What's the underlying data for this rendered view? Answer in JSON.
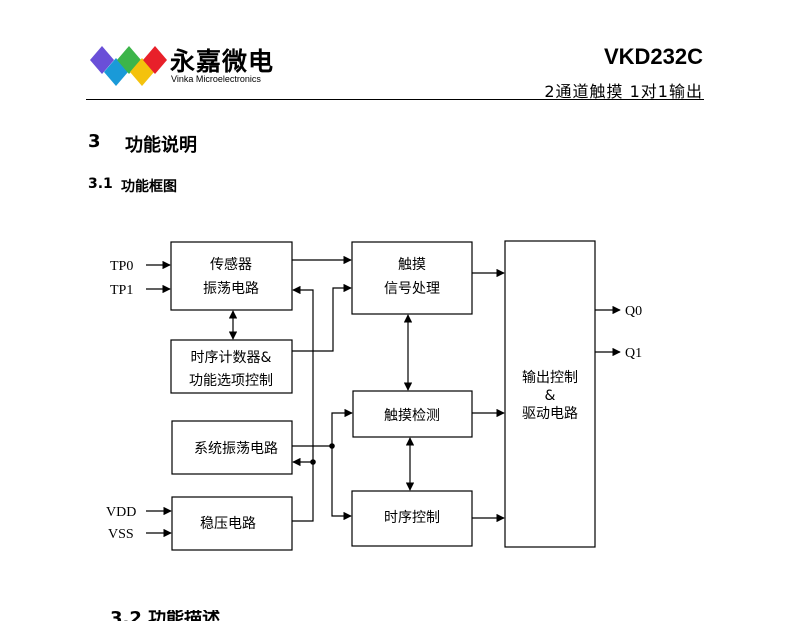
{
  "header": {
    "company_cn": "永嘉微电",
    "company_en": "Vinka Microelectronics",
    "model": "VKD232C",
    "subtitle": "2通道触摸 1对1输出",
    "logo_colors": [
      "#6a4fd8",
      "#e8202a",
      "#1a9ad8",
      "#f4c20d",
      "#3cb54a"
    ]
  },
  "section": {
    "number": "3",
    "title": "功能说明"
  },
  "subsection": {
    "number": "3.1",
    "title": "功能框图"
  },
  "diagram": {
    "inputs": {
      "tp0": "TP0",
      "tp1": "TP1",
      "vdd": "VDD",
      "vss": "VSS"
    },
    "outputs": {
      "q0": "Q0",
      "q1": "Q1"
    },
    "blocks": {
      "sensor": [
        "传感器",
        "振荡电路"
      ],
      "timing_counter": [
        "时序计数器&",
        "功能选项控制"
      ],
      "sys_osc": [
        "系统振荡电路"
      ],
      "regulator": [
        "稳压电路"
      ],
      "touch_signal": [
        "触摸",
        "信号处理"
      ],
      "touch_detect": [
        "触摸检测"
      ],
      "timing_ctrl": [
        "时序控制"
      ],
      "output_drive": [
        "输出控制",
        "&",
        "驱动电路"
      ]
    }
  },
  "footer_partial": "3.2 功能描述"
}
